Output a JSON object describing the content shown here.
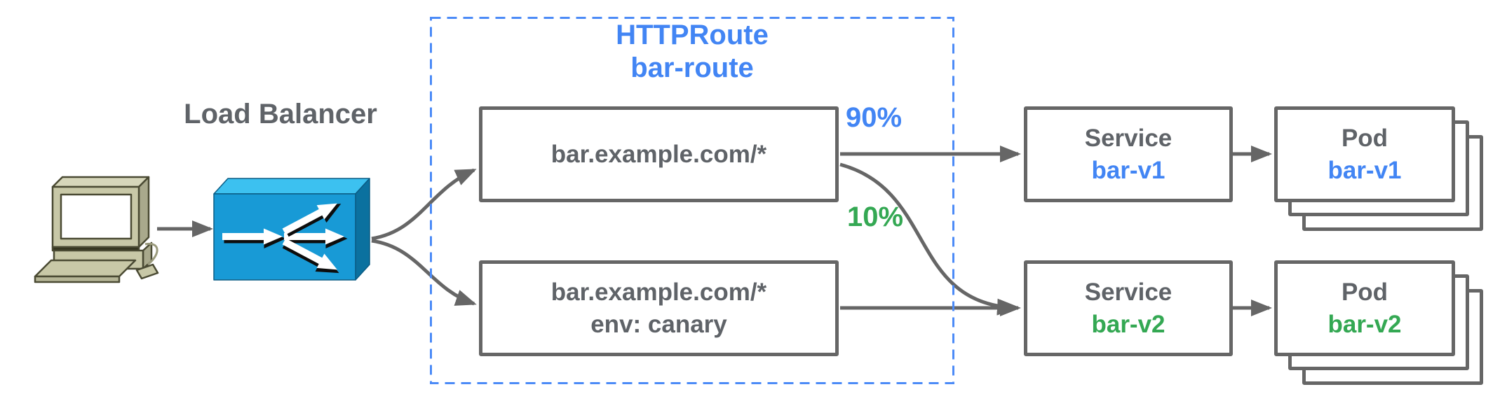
{
  "colors": {
    "blue": "#4285F4",
    "green": "#34A853",
    "text_gray": "#5F6368",
    "border_gray": "#666666",
    "dashed_border_blue": "#4C8BF7",
    "lb_top": "#3CC1F0",
    "lb_front": "#189AD6",
    "lb_side": "#0B719F",
    "computer_body": "#C8C8A7"
  },
  "client": {
    "icon": "desktop-computer-icon"
  },
  "load_balancer": {
    "label": "Load Balancer",
    "icon": "load-balancer-icon"
  },
  "http_route": {
    "kind": "HTTPRoute",
    "name": "bar-route"
  },
  "routes": [
    {
      "match": "bar.example.com/*",
      "weight": "90%"
    },
    {
      "match": "bar.example.com/*",
      "header": "env: canary",
      "weight": "10%"
    }
  ],
  "services": [
    {
      "kind": "Service",
      "name": "bar-v1"
    },
    {
      "kind": "Service",
      "name": "bar-v2"
    }
  ],
  "pods": [
    {
      "kind": "Pod",
      "name": "bar-v1",
      "replicas_shown": 3
    },
    {
      "kind": "Pod",
      "name": "bar-v2",
      "replicas_shown": 3
    }
  ]
}
